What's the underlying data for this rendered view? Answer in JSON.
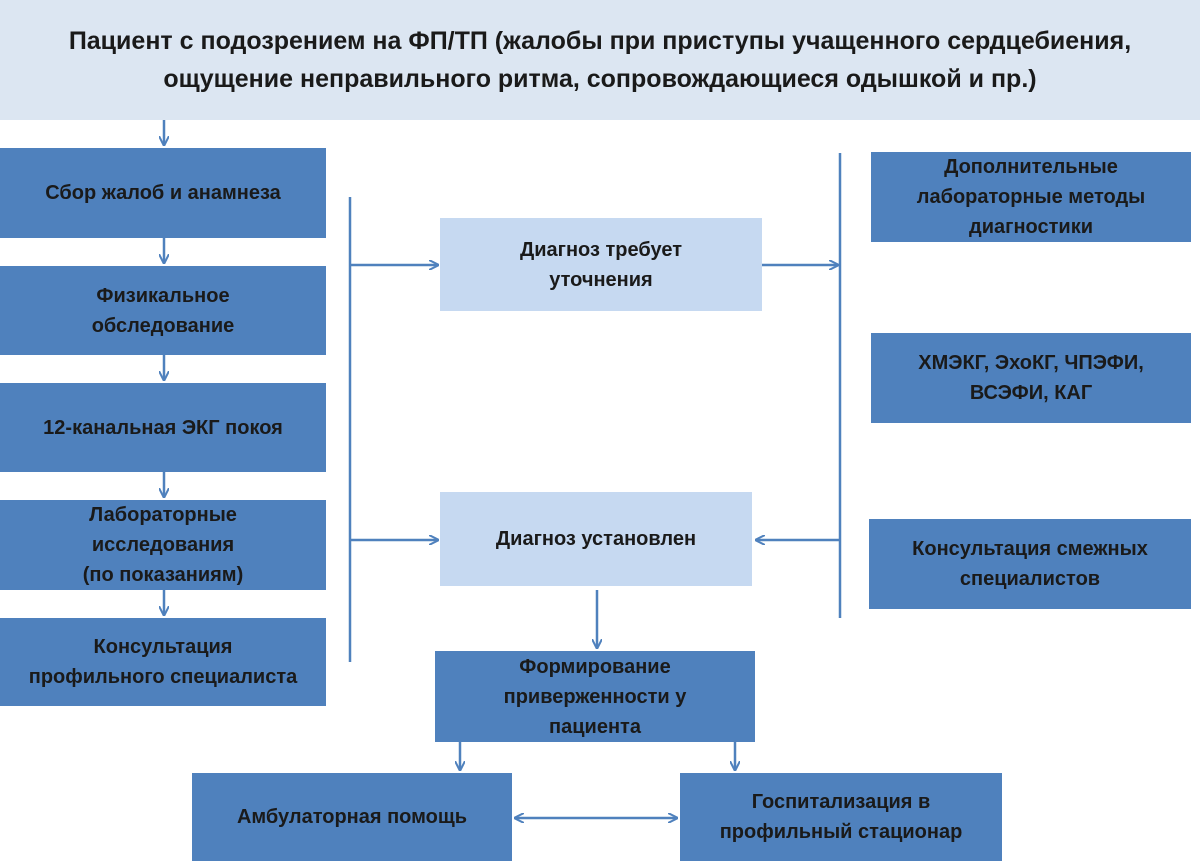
{
  "header": {
    "line1": "Пациент с подозрением на ФП/ТП (жалобы при приступы учащенного сердцебиения,",
    "line2": "ощущение неправильного ритма, сопровождающиеся одышкой и пр.)"
  },
  "left_column": [
    {
      "lines": [
        "Сбор жалоб и анамнеза"
      ]
    },
    {
      "lines": [
        "Физикальное",
        "обследование"
      ]
    },
    {
      "lines": [
        "12-канальная ЭКГ покоя"
      ]
    },
    {
      "lines": [
        "Лабораторные",
        "исследования",
        "(по показаниям)"
      ]
    },
    {
      "lines": [
        "Консультация",
        "профильного специалиста"
      ]
    }
  ],
  "center": {
    "needs_clarification": [
      "Диагноз требует",
      "уточнения"
    ],
    "established": [
      "Диагноз установлен"
    ],
    "adherence": [
      "Формирование",
      "приверженности у",
      "пациента"
    ]
  },
  "right_column": [
    {
      "lines": [
        "Дополнительные",
        "лабораторные методы",
        "диагностики"
      ]
    },
    {
      "lines": [
        "ХМЭКГ, ЭхоКГ, ЧПЭФИ,",
        "ВСЭФИ, КАГ"
      ]
    },
    {
      "lines": [
        "Консультация смежных",
        "специалистов"
      ]
    }
  ],
  "bottom": {
    "outpatient": [
      "Амбулаторная помощь"
    ],
    "hospital": [
      "Госпитализация в",
      "профильный стационар"
    ]
  },
  "colors": {
    "dark_box": "#4f81bd",
    "light_box": "#c6d9f1",
    "header_bg": "#dce6f2",
    "connector": "#4f81bd"
  }
}
